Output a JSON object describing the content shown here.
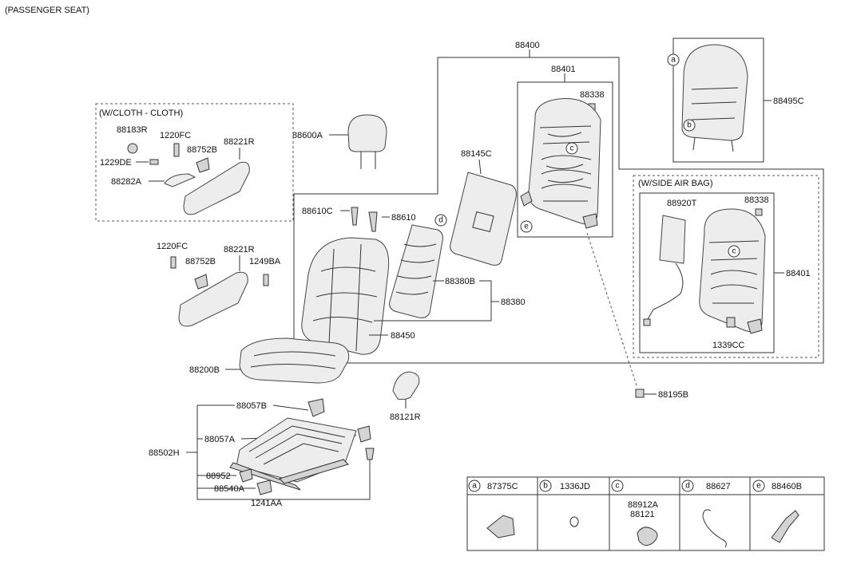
{
  "title": "(PASSENGER SEAT)",
  "groups": {
    "cloth": "(W/CLOTH - CLOTH)",
    "side_airbag": "(W/SIDE AIR BAG)"
  },
  "labels": {
    "p88400": "88400",
    "p88401_top": "88401",
    "p88338_top": "88338",
    "p88495C": "88495C",
    "p88600A": "88600A",
    "p88145C": "88145C",
    "p88183R": "88183R",
    "p1220FC_top": "1220FC",
    "p88752B_top": "88752B",
    "p88221R_top": "88221R",
    "p1229DE": "1229DE",
    "p88282A": "88282A",
    "p88610C": "88610C",
    "p88610": "88610",
    "p1220FC": "1220FC",
    "p88221R": "88221R",
    "p88752B": "88752B",
    "p1249BA": "1249BA",
    "p88380B": "88380B",
    "p88380": "88380",
    "p88450": "88450",
    "p88200B": "88200B",
    "p88121R": "88121R",
    "p88057B": "88057B",
    "p88057A": "88057A",
    "p88502H": "88502H",
    "p88952": "88952",
    "p88540A": "88540A",
    "p1241AA": "1241AA",
    "p88920T": "88920T",
    "p88338_sab": "88338",
    "p88401_sab": "88401",
    "p1339CC": "1339CC",
    "p88195B": "88195B"
  },
  "callouts": {
    "a": "a",
    "b": "b",
    "c": "c",
    "d": "d",
    "e": "e"
  },
  "legend": [
    {
      "letter": "a",
      "part": "87375C"
    },
    {
      "letter": "b",
      "part": "1336JD"
    },
    {
      "letter": "c",
      "part": "88912A",
      "part2": "88121"
    },
    {
      "letter": "d",
      "part": "88627"
    },
    {
      "letter": "e",
      "part": "88460B"
    }
  ]
}
